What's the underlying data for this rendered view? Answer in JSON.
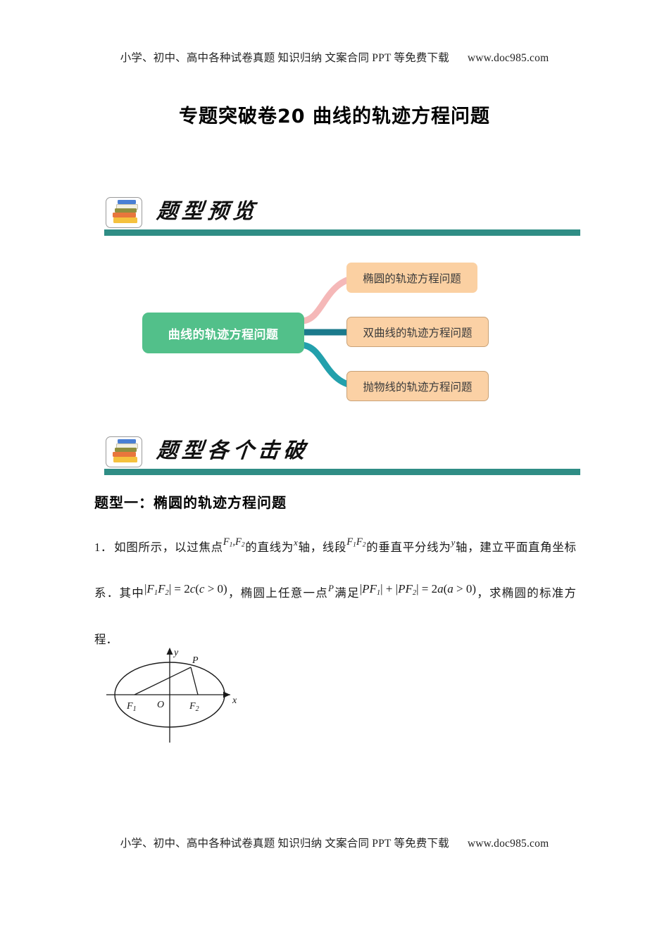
{
  "watermark": {
    "cn": "小学、初中、高中各种试卷真题  知识归纳  文案合同  PPT 等免费下载",
    "url": "www.doc985.com"
  },
  "title": "专题突破卷20  曲线的轨迹方程问题",
  "sections": [
    {
      "id": "preview",
      "label": "题型预览",
      "icon": "book-stack-icon"
    },
    {
      "id": "breakdown",
      "label": "题型各个击破",
      "icon": "book-stack-icon"
    }
  ],
  "mindmap": {
    "root": "曲线的轨迹方程问题",
    "branches": [
      {
        "label": "椭圆的轨迹方程问题",
        "connector_color": "#f5b8b8"
      },
      {
        "label": "双曲线的轨迹方程问题",
        "connector_color": "#1b7a8c"
      },
      {
        "label": "抛物线的轨迹方程问题",
        "connector_color": "#23a0ac"
      }
    ],
    "root_color": "#52c08a",
    "branch_color": "#fbd1a5"
  },
  "question_type_heading": "题型一：椭圆的轨迹方程问题",
  "question": {
    "number": "1．",
    "t1": "如图所示，以过焦点",
    "m1_f1": "F",
    "m1_sub1": "1",
    "m1_comma": ",",
    "m1_f2": "F",
    "m1_sub2": "2",
    "t2": "的直线为",
    "m2": "x",
    "t3": "轴，线段",
    "m3_f1": "F",
    "m3_sub1": "1",
    "m3_f2": "F",
    "m3_sub2": "2",
    "t4": "的垂直平分线为",
    "m4": "y",
    "t5": "轴，建立平面直角坐标系．其中",
    "m5": "|F1F2| = 2c(c > 0)",
    "t6": "，椭圆上任意一点",
    "m6": "P",
    "t7": "满足",
    "m7": "|PF1| + |PF2| = 2a(a > 0)",
    "t8": "，求椭圆的标准方程．"
  },
  "figure": {
    "name": "ellipse-foci-diagram",
    "axis_x_label": "x",
    "axis_y_label": "y",
    "origin_label": "O",
    "focus_left_label": "F",
    "focus_left_sub": "1",
    "focus_right_label": "F",
    "focus_right_sub": "2",
    "point_label": "P"
  }
}
